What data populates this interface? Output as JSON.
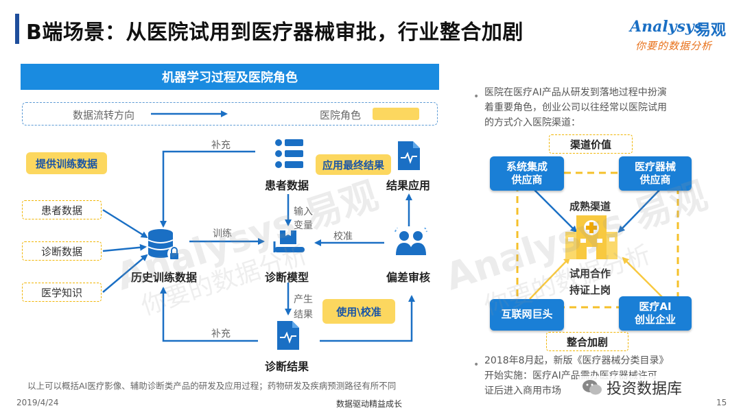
{
  "header": {
    "title": "B端场景：从医院试用到医疗器械审批，行业整合加剧",
    "logo_brand": "Analysys",
    "logo_cn": "易观",
    "logo_tagline": "你要的数据分析"
  },
  "left_panel": {
    "banner": "机器学习过程及医院角色",
    "legend": {
      "flow_label": "数据流转方向",
      "hospital_label": "医院角色"
    },
    "sources": {
      "training_tag": "提供训练数据",
      "items": [
        "患者数据",
        "诊断数据",
        "医学知识"
      ]
    },
    "nodes": {
      "patient_data": "患者数据",
      "result_application": "结果应用",
      "history_training_data": "历史训练数据",
      "diagnosis_model": "诊断模型",
      "bias_review": "偏差审核",
      "diagnosis_result": "诊断结果"
    },
    "tags": {
      "final_result": "应用最终结果",
      "use_calibrate": "使用\\校准"
    },
    "edge_labels": {
      "supplement_top": "补充",
      "train": "训练",
      "input_variable_1": "输入",
      "input_variable_2": "变量",
      "calibrate": "校准",
      "produce_result_1": "产生",
      "produce_result_2": "结果",
      "supplement_bottom": "补充"
    },
    "footnote": "以上可以概括AI医疗影像、辅助诊断类产品的研发及应用过程；药物研发及疾病预测路径有所不同"
  },
  "right_panel": {
    "bullet1": [
      "医院在医疗AI产品从研发到落地过程中扮演",
      "着重要角色，创业公司以往经常以医院试用",
      "的方式介入医院渠道："
    ],
    "channel_value": "渠道价值",
    "mature_channel": "成熟渠道",
    "trial_coop": "试用合作",
    "certified": "持证上岗",
    "integration": "整合加剧",
    "boxes": {
      "system_integrator": [
        "系统集成",
        "供应商"
      ],
      "device_supplier": [
        "医疗器械",
        "供应商"
      ],
      "internet_giant": "互联网巨头",
      "ai_startup": [
        "医疗AI",
        "创业企业"
      ]
    },
    "bullet2": [
      "2018年8月起，新版《医疗器械分类目录》",
      "开始实施：医疗AI产品需办医疗器械许可",
      "证后进入商用市场"
    ]
  },
  "footer": {
    "date": "2019/4/24",
    "slogan": "数据驱动精益成长",
    "page_number": "15",
    "wechat_label": "投资数据库"
  },
  "watermark": {
    "brand": "Analysys 易观",
    "tagline": "你要的数据分析"
  },
  "colors": {
    "title_bar": "#1f4e9c",
    "banner": "#1a8be0",
    "icon_blue": "#1a6fc4",
    "tag_yellow": "#fcd75f",
    "box_blue": "#1a7fd6",
    "dashed_yellow": "#f0b400"
  }
}
